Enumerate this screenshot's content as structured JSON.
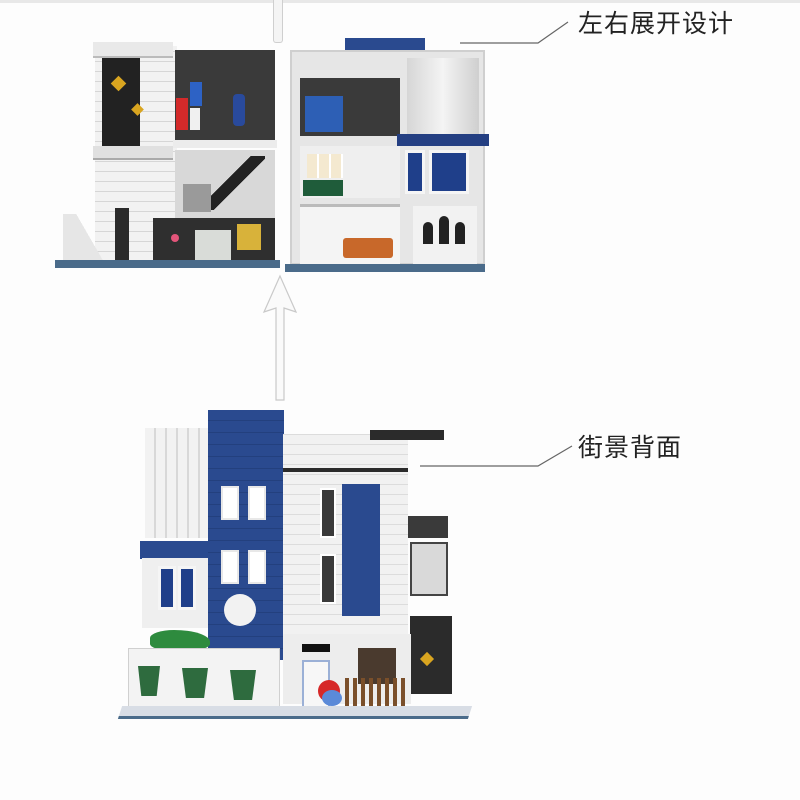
{
  "annotations": {
    "top_label": "左右展开设计",
    "bottom_label": "街景背面"
  },
  "images": {
    "top": "split-open-building-model",
    "bottom": "street-view-back-building-model"
  },
  "colors": {
    "background": "#fdfdfd",
    "building_blue": "#2a4a8f",
    "building_white": "#f0f0f0",
    "dark_trim": "#2b2b2b",
    "text": "#222222",
    "leader_line": "#666666"
  }
}
